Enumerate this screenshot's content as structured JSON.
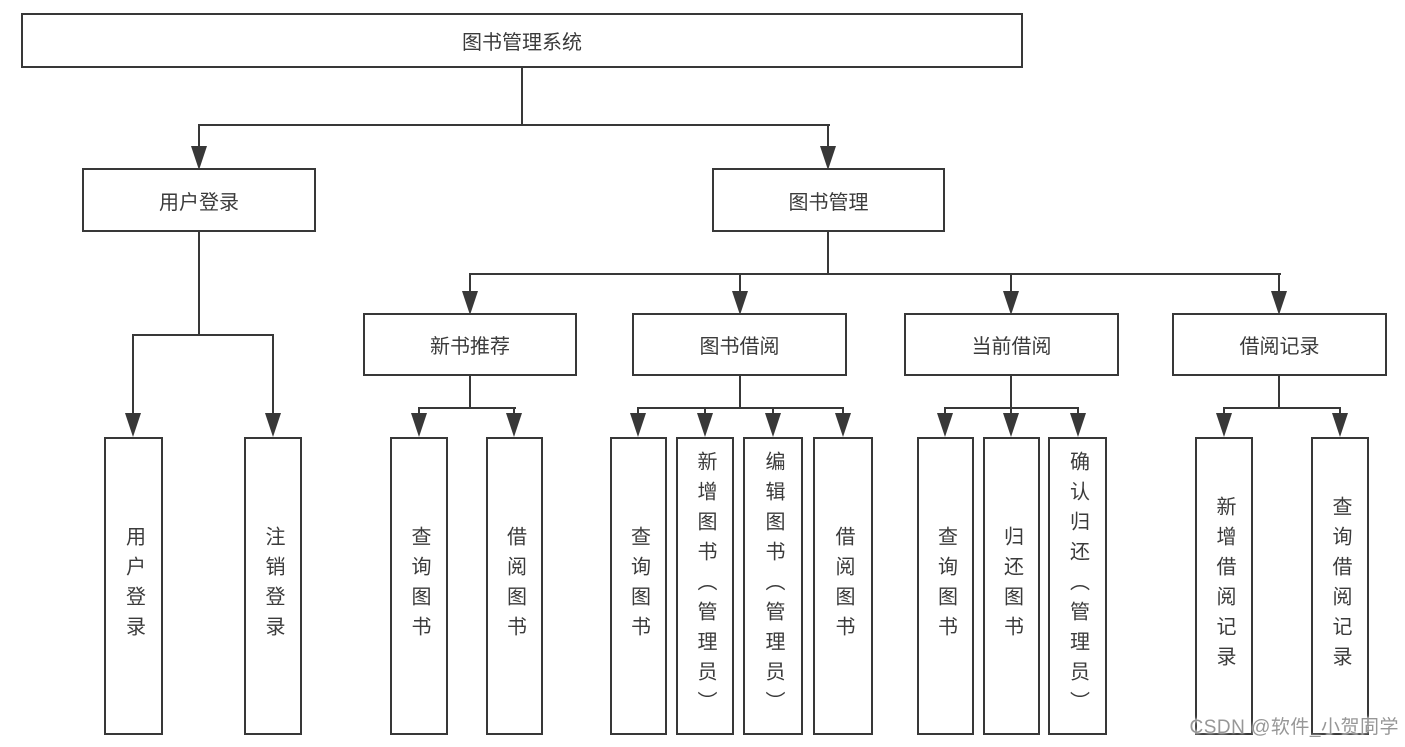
{
  "diagram_type": "hierarchy-tree",
  "colors": {
    "background": "#ffffff",
    "line": "#383838",
    "box_border": "#383838",
    "text": "#3b3b3b",
    "watermark": "#979797"
  },
  "watermark": {
    "text": "CSDN @软件_小贺同学"
  },
  "tree": {
    "label": "图书管理系统",
    "children": [
      {
        "label": "用户登录",
        "children": [
          {
            "label": "用户登录"
          },
          {
            "label": "注销登录"
          }
        ]
      },
      {
        "label": "图书管理",
        "children": [
          {
            "label": "新书推荐",
            "children": [
              {
                "label": "查询图书"
              },
              {
                "label": "借阅图书"
              }
            ]
          },
          {
            "label": "图书借阅",
            "children": [
              {
                "label": "查询图书"
              },
              {
                "label": "新增图书（管理员）"
              },
              {
                "label": "编辑图书（管理员）"
              },
              {
                "label": "借阅图书"
              }
            ]
          },
          {
            "label": "当前借阅",
            "children": [
              {
                "label": "查询图书"
              },
              {
                "label": "归还图书"
              },
              {
                "label": "确认归还（管理员）"
              }
            ]
          },
          {
            "label": "借阅记录",
            "children": [
              {
                "label": "新增借阅记录"
              },
              {
                "label": "查询借阅记录"
              }
            ]
          }
        ]
      }
    ]
  }
}
